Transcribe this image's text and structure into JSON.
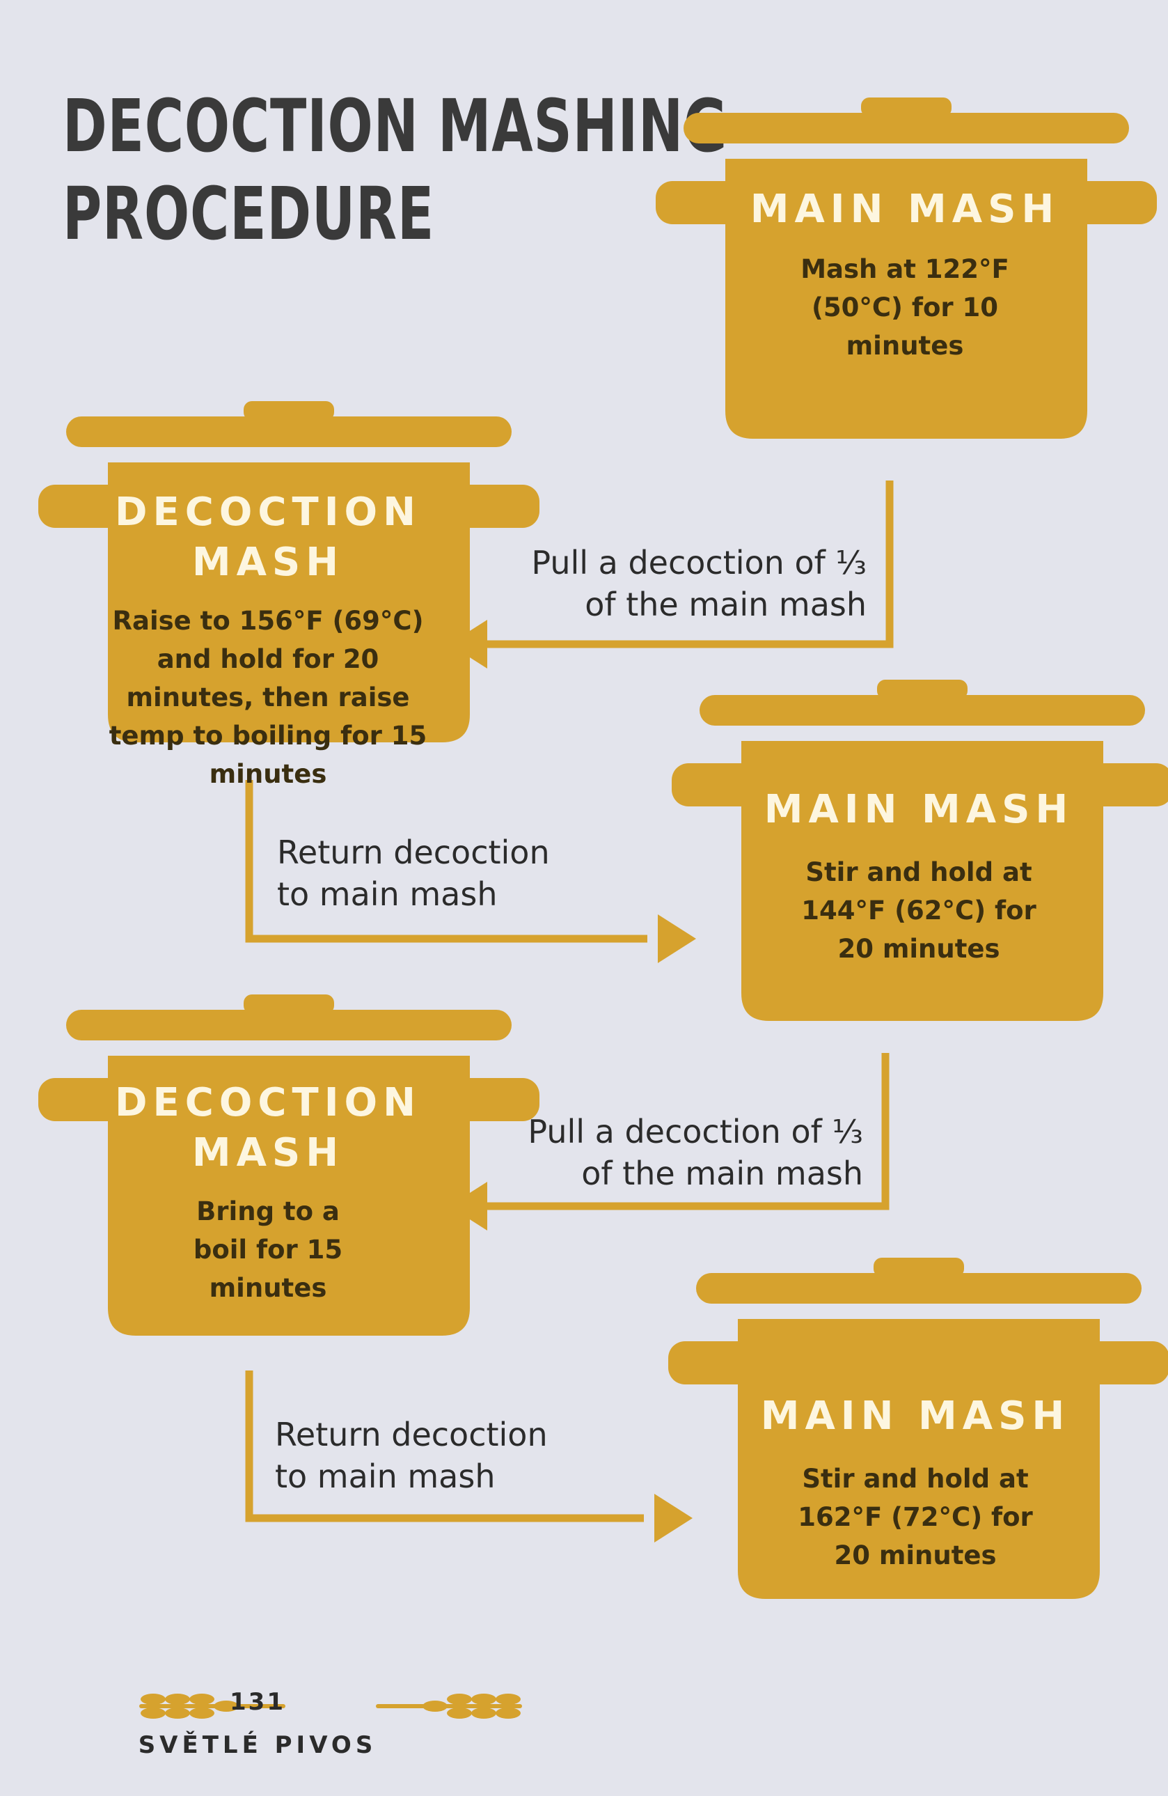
{
  "title": {
    "line1": "Decoction Mashing",
    "line2": "Procedure"
  },
  "colors": {
    "pot": "#d6a22e",
    "connector": "#d6a22e",
    "background": "#e3e4ec",
    "pot_heading": "#fdf6e0"
  },
  "steps": [
    {
      "heading": "Main Mash",
      "text": "Mash at 122°F (50°C) for 10 minutes"
    },
    {
      "heading": "Decoction Mash",
      "text": "Raise to 156°F (69°C) and hold for 20 minutes, then raise temp to boiling for 15 minutes"
    },
    {
      "heading": "Main Mash",
      "text": "Stir and hold at 144°F (62°C) for 20 minutes"
    },
    {
      "heading": "Decoction Mash",
      "text": "Bring to a boil for 15 minutes"
    },
    {
      "heading": "Main Mash",
      "text": "Stir and hold at 162°F (72°C) for 20 minutes"
    }
  ],
  "transitions": [
    {
      "line1": "Pull a decoction of ⅓",
      "line2": "of the main mash"
    },
    {
      "line1": "Return decoction",
      "line2": "to main mash"
    },
    {
      "line1": "Pull a decoction of ⅓",
      "line2": "of the main mash"
    },
    {
      "line1": "Return decoction",
      "line2": "to main mash"
    }
  ],
  "footer": {
    "page_number": "131",
    "section": "SVĚTLÉ PIVOS"
  }
}
